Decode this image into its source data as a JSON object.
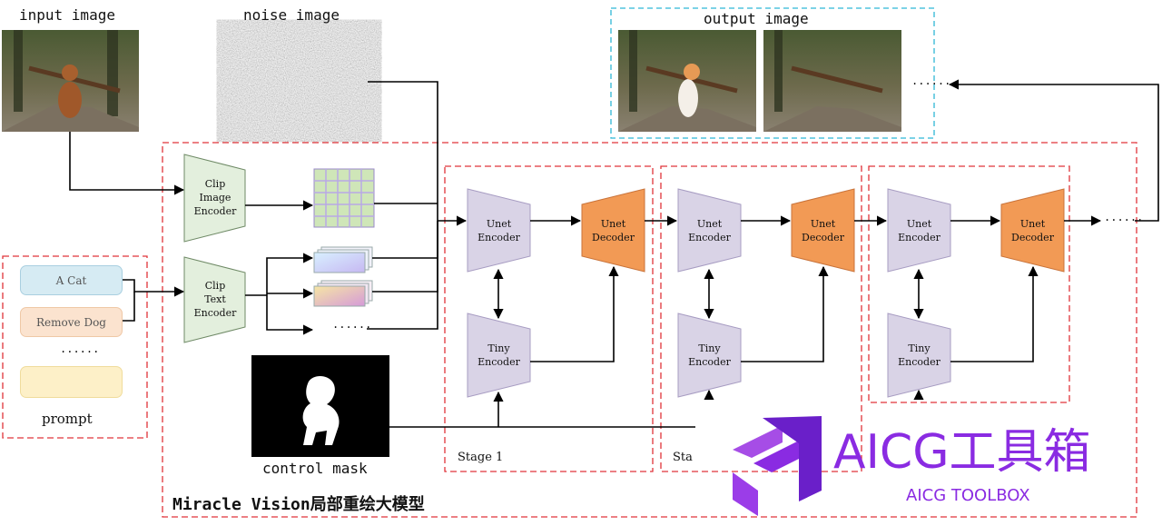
{
  "labels": {
    "input_image": "input image",
    "noise_image": "noise image",
    "output_image": "output image",
    "control_mask": "control mask",
    "prompt": "prompt",
    "model_title": "Miracle Vision局部重绘大模型",
    "ellipsis": "......"
  },
  "encoders": {
    "clip_image": "Clip\nImage\nEncoder",
    "clip_text": "Clip\nText\nEncoder"
  },
  "prompts": [
    "A Cat",
    "Remove Dog",
    "......",
    ""
  ],
  "stages": [
    {
      "label": "Stage 1",
      "unet_encoder": "Unet\nEncoder",
      "unet_decoder": "Unet\nDecoder",
      "tiny_encoder": "Tiny\nEncoder"
    },
    {
      "label": "Sta",
      "unet_encoder": "Unet\nEncoder",
      "unet_decoder": "Unet\nDecoder",
      "tiny_encoder": "Tiny\nEncoder"
    },
    {
      "label": "",
      "unet_encoder": "Unet\nEncoder",
      "unet_decoder": "Unet\nDecoder",
      "tiny_encoder": "Tiny\nEncoder"
    }
  ],
  "watermark": {
    "title": "AICG工具箱",
    "subtitle": "AICG TOOLBOX"
  },
  "colors": {
    "red_dash": "#e0343a",
    "cyan_dash": "#2fb6d6",
    "unet_encoder": "#d9d3e6",
    "unet_decoder": "#f29a55",
    "clip_encoder": "#e3efdd",
    "prompt_a_cat": "#d6ebf3",
    "prompt_remove_dog": "#fbe3cf",
    "prompt_empty": "#fdf0c8",
    "watermark": "#8a2be2"
  }
}
